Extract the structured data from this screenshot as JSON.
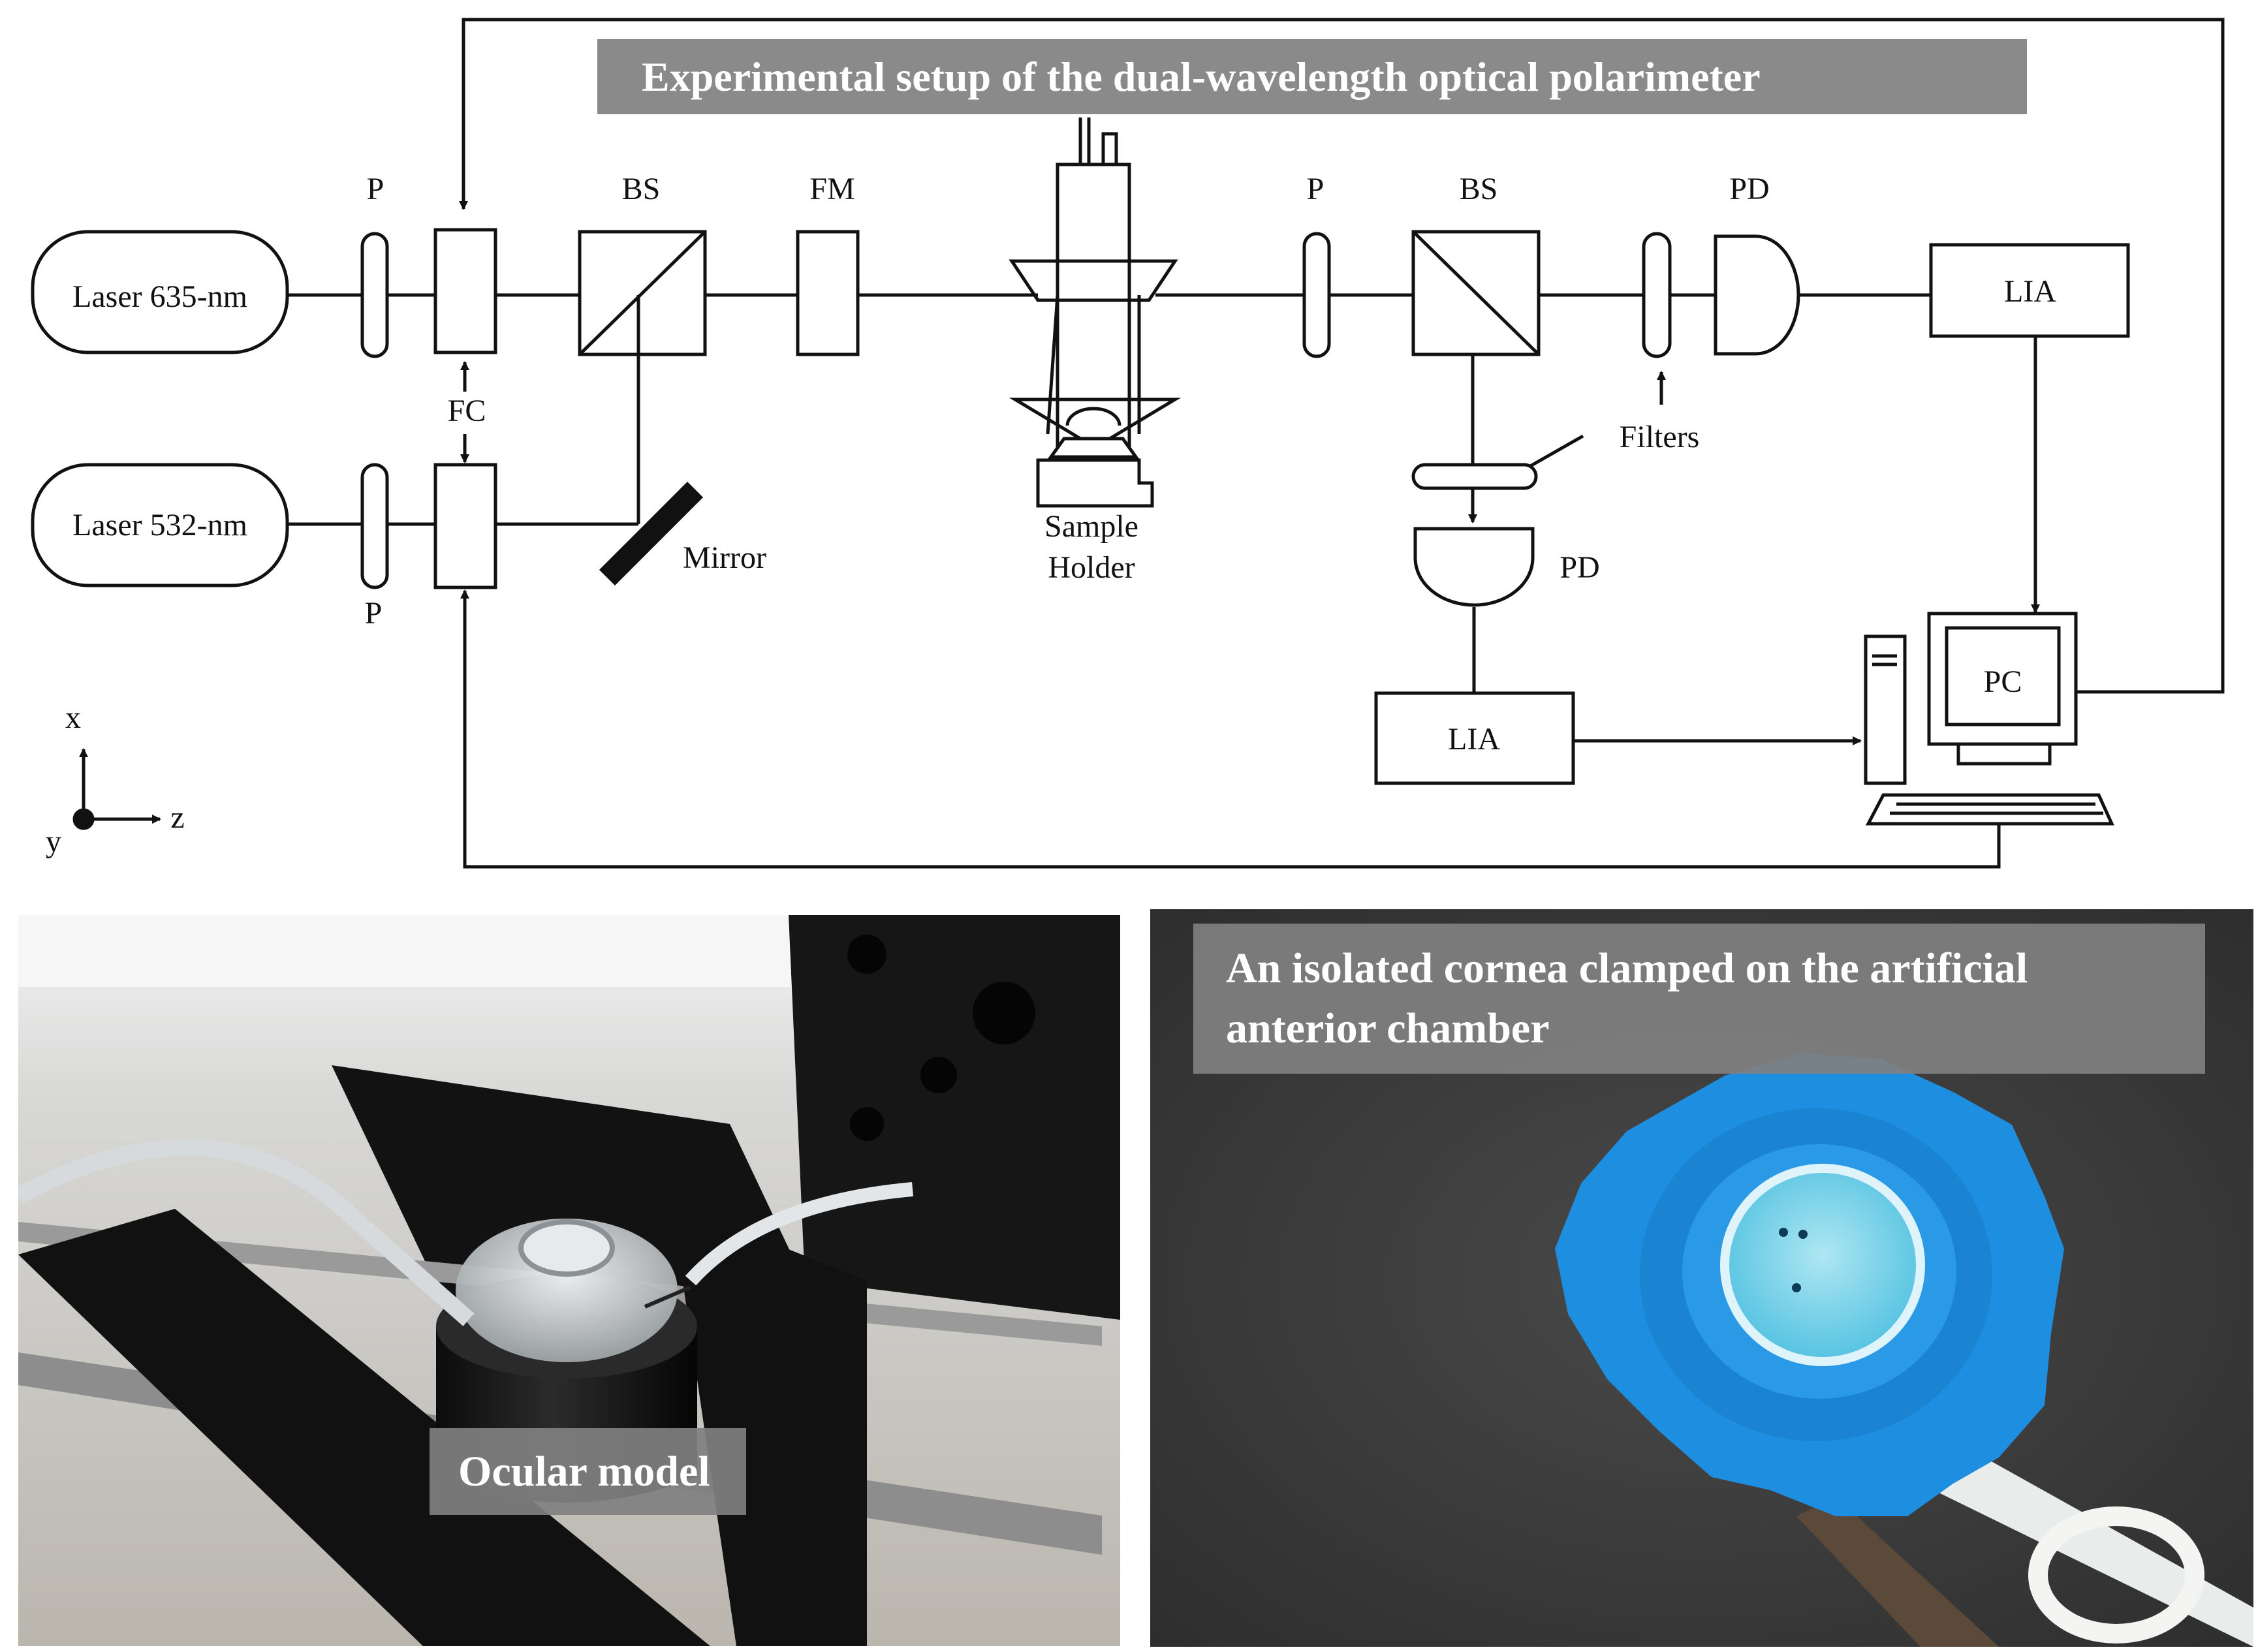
{
  "title": "Experimental setup of the dual-wavelength optical polarimeter",
  "components": {
    "laser1": "Laser 635-nm",
    "laser2": "Laser 532-nm",
    "polarizer": "P",
    "faraday_compensator": "FC",
    "beam_splitter": "BS",
    "faraday_modulator": "FM",
    "sample_holder_line1": "Sample",
    "sample_holder_line2": "Holder",
    "mirror": "Mirror",
    "filters": "Filters",
    "photodetector": "PD",
    "lock_in_amplifier": "LIA",
    "computer": "PC"
  },
  "axes": {
    "x": "x",
    "y": "y",
    "z": "z"
  },
  "photos": {
    "ocular_caption": "Ocular model",
    "cornea_caption_line1": "An isolated cornea clamped on the artificial",
    "cornea_caption_line2": "anterior chamber"
  },
  "colors": {
    "caption_bg": "#808080",
    "caption_text": "#ffffff",
    "chamber_blue": "#1e8fe0"
  }
}
